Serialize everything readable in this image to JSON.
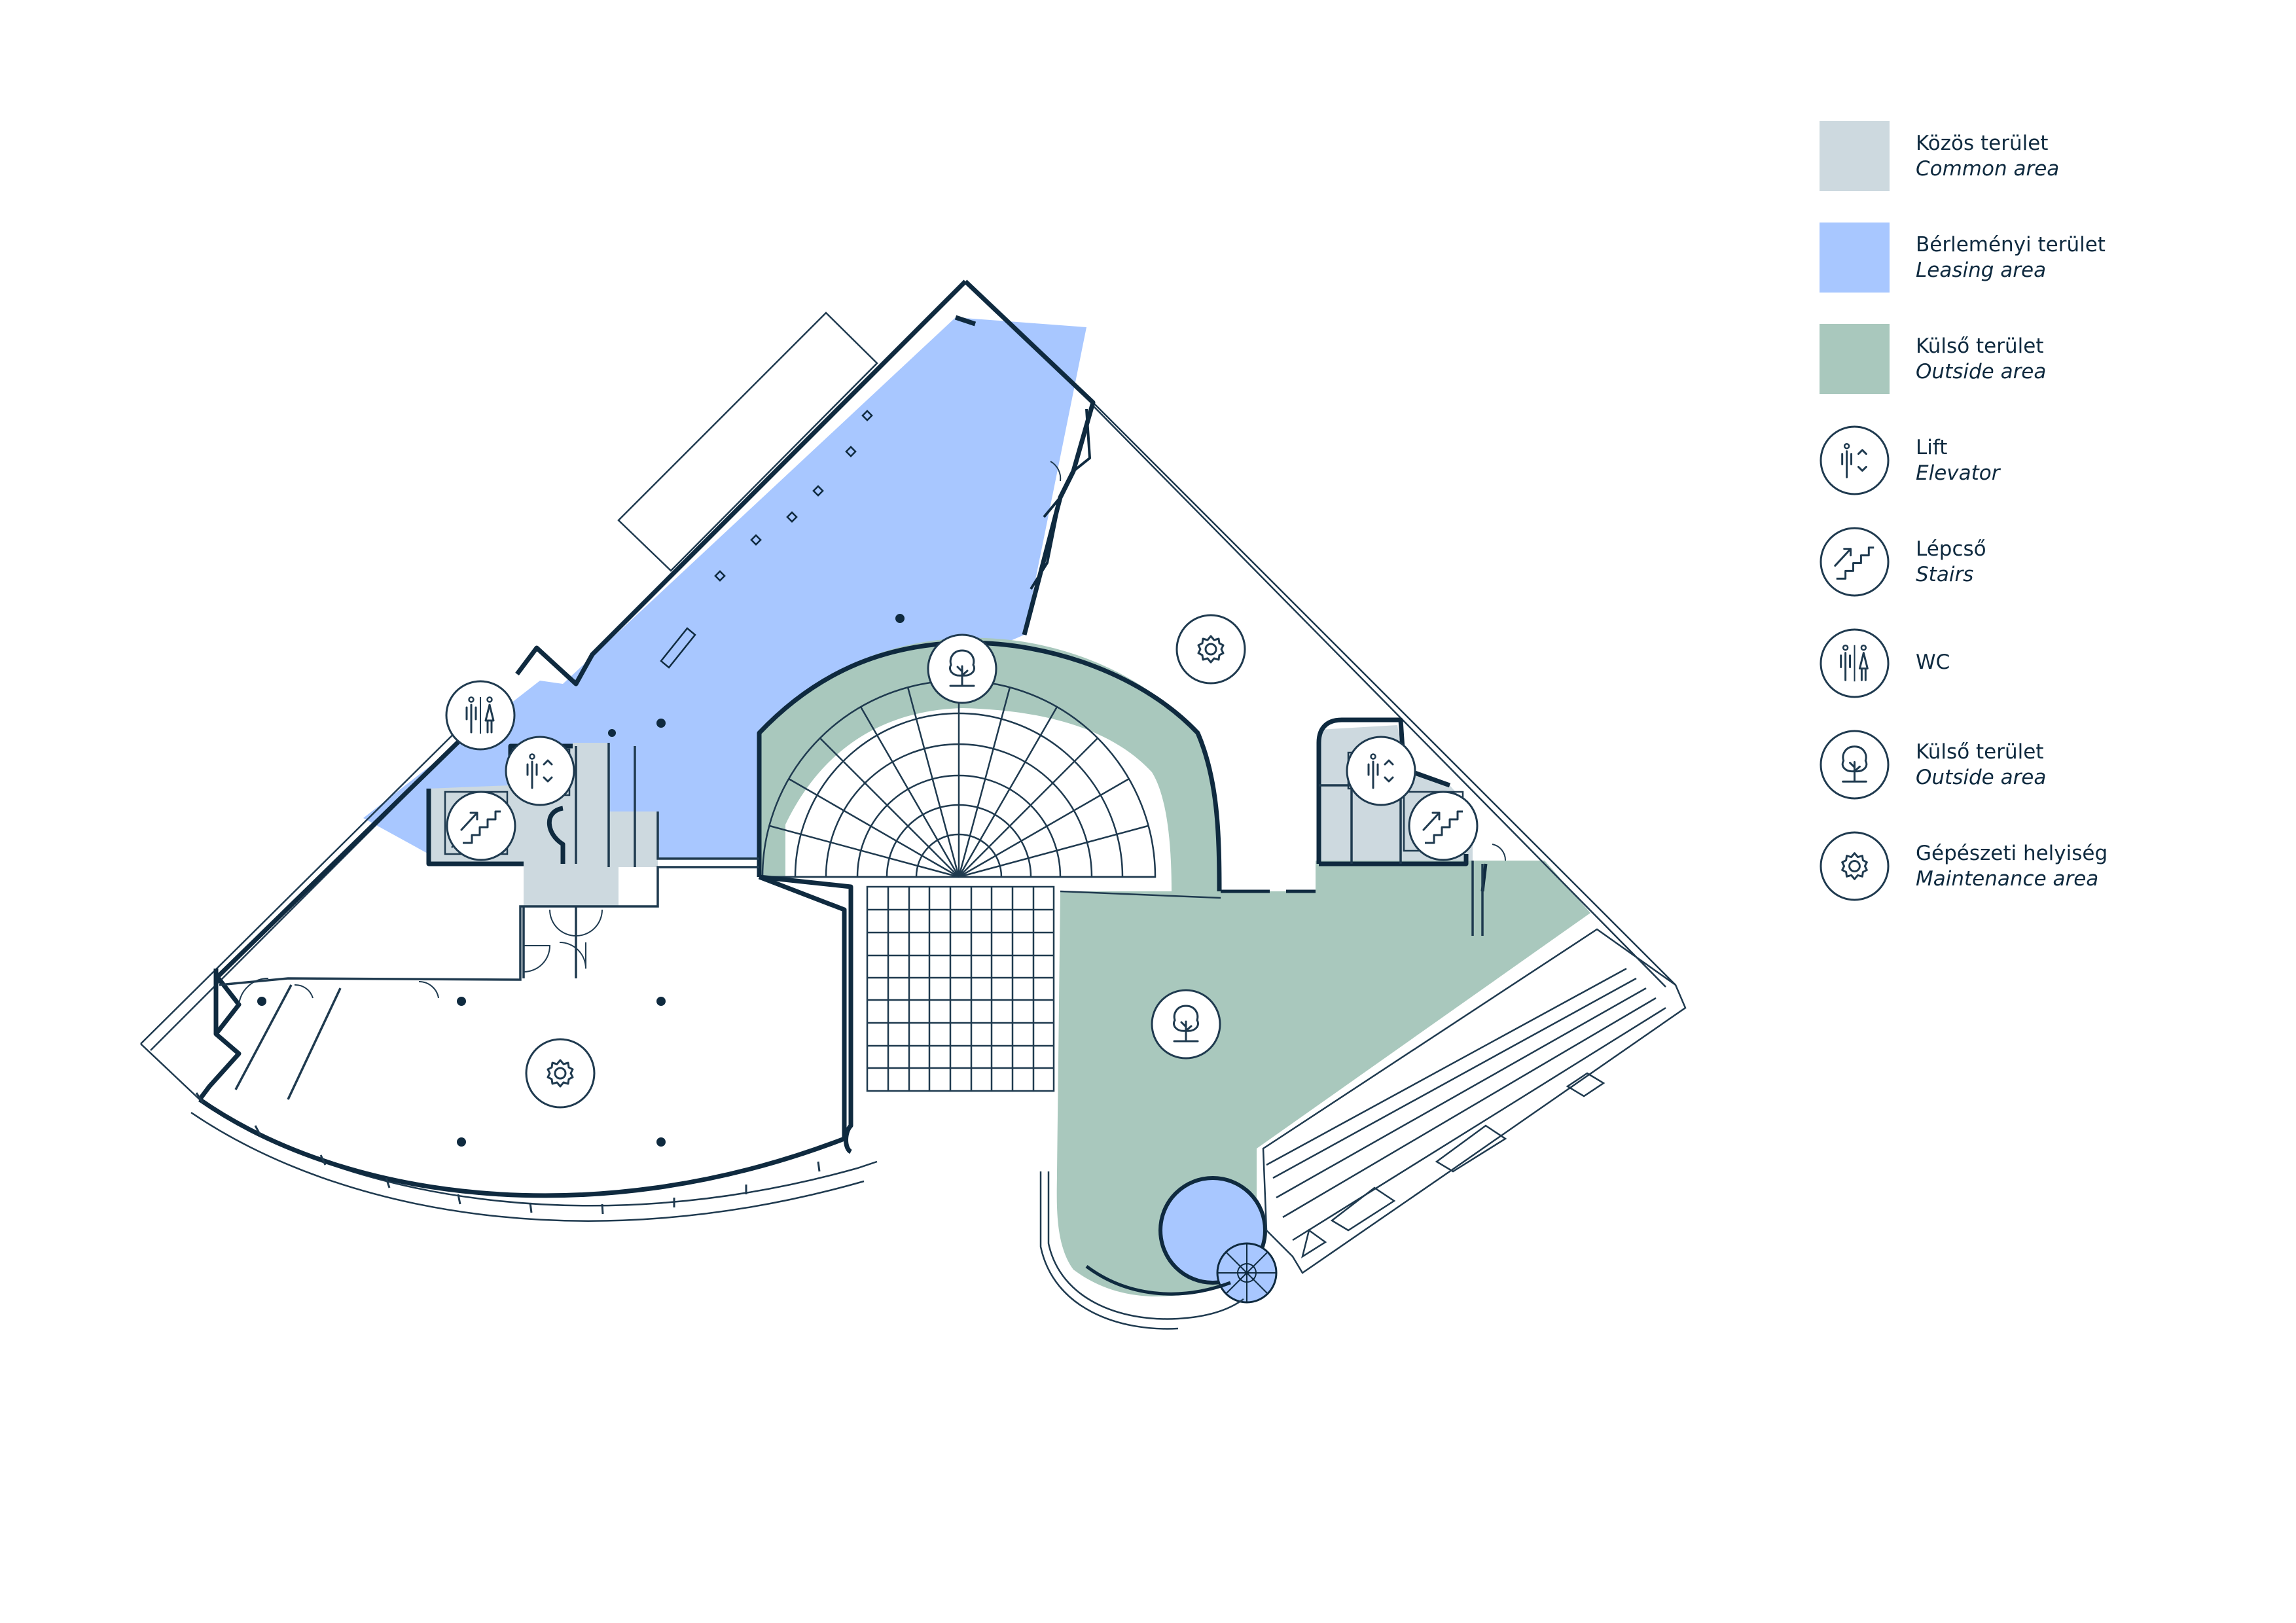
{
  "colors": {
    "common_area": "#cdd9df",
    "leasing_area": "#a8c7ff",
    "outside_area": "#a9c8bd",
    "wall": "#0f2a3f",
    "line": "#1f3a4f",
    "background": "#ffffff"
  },
  "legend": [
    {
      "type": "swatch",
      "color_key": "common_area",
      "hu": "Közös terület",
      "en": "Common area"
    },
    {
      "type": "swatch",
      "color_key": "leasing_area",
      "hu": "Bérleményi terület",
      "en": "Leasing area"
    },
    {
      "type": "swatch",
      "color_key": "outside_area",
      "hu": "Külső terület",
      "en": "Outside area"
    },
    {
      "type": "icon",
      "icon": "elevator-icon",
      "hu": "Lift",
      "en": "Elevator"
    },
    {
      "type": "icon",
      "icon": "stairs-icon",
      "hu": "Lépcső",
      "en": "Stairs"
    },
    {
      "type": "icon",
      "icon": "wc-icon",
      "hu": "WC",
      "en": ""
    },
    {
      "type": "icon",
      "icon": "tree-icon",
      "hu": "Külső terület",
      "en": "Outside area"
    },
    {
      "type": "icon",
      "icon": "gear-icon",
      "hu": "Gépészeti helyiség",
      "en": "Maintenance area"
    }
  ],
  "plan_markers": [
    {
      "icon": "wc-icon",
      "area": "west-core"
    },
    {
      "icon": "elevator-icon",
      "area": "west-core"
    },
    {
      "icon": "stairs-icon",
      "area": "west-core"
    },
    {
      "icon": "tree-icon",
      "area": "courtyard-north"
    },
    {
      "icon": "gear-icon",
      "area": "east-maintenance"
    },
    {
      "icon": "elevator-icon",
      "area": "east-core"
    },
    {
      "icon": "stairs-icon",
      "area": "east-core"
    },
    {
      "icon": "tree-icon",
      "area": "terrace-south"
    },
    {
      "icon": "gear-icon",
      "area": "south-maintenance"
    }
  ]
}
